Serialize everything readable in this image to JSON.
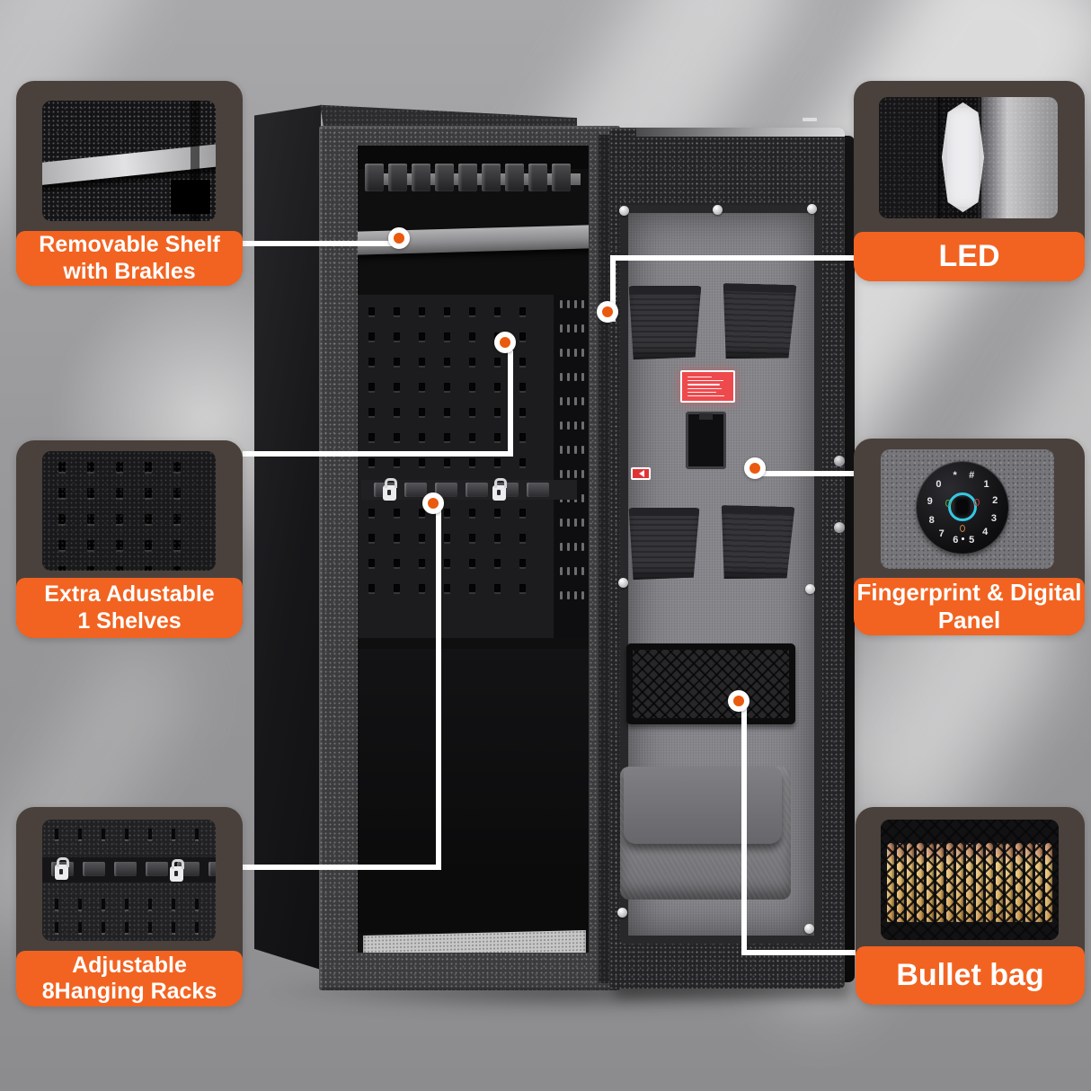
{
  "image": {
    "description": "Gun safe cabinet feature infographic with six annotated callouts",
    "background": "#9a9a9c"
  },
  "colors": {
    "accent_orange": "#F26321",
    "marker_orange": "#EA5A0E",
    "card_brown": "#4a413c",
    "leader_line": "#FFFFFF"
  },
  "callouts": [
    {
      "id": "removable-shelf",
      "line1": "Removable Shelf",
      "line2": "with Brakles"
    },
    {
      "id": "extra-shelves",
      "line1": "Extra Adustable",
      "line2": "1 Shelves"
    },
    {
      "id": "hanging-racks",
      "line1": "Adjustable",
      "line2": "8Hanging Racks"
    },
    {
      "id": "led",
      "line1": "LED",
      "line2": ""
    },
    {
      "id": "fingerprint-panel",
      "line1": "Fingerprint & Digital",
      "line2": "Panel"
    },
    {
      "id": "bullet-bag",
      "line1": "Bullet bag",
      "line2": ""
    }
  ],
  "keypad": {
    "keys": [
      {
        "label": "0",
        "deg": 314
      },
      {
        "label": "*",
        "deg": 347
      },
      {
        "label": "#",
        "deg": 16
      },
      {
        "label": "1",
        "deg": 46
      },
      {
        "label": "2",
        "deg": 78
      },
      {
        "label": "3",
        "deg": 109
      },
      {
        "label": "4",
        "deg": 137
      },
      {
        "label": "5",
        "deg": 164
      },
      {
        "label": "6",
        "deg": 192
      },
      {
        "label": "7",
        "deg": 219
      },
      {
        "label": "8",
        "deg": 248
      },
      {
        "label": "9",
        "deg": 281
      }
    ],
    "icons": [
      "unlock-green-icon",
      "lock-red-icon",
      "doorbell-orange-icon",
      "fingerprint-sensor"
    ]
  },
  "decor": {
    "pegboard_holes": 84,
    "slot_dashes": 52,
    "card2_holes": 30,
    "card3_row": 7,
    "rack_blocks": 9,
    "rack2_segments": 6,
    "bullets": 17,
    "warning_lines": 6
  }
}
